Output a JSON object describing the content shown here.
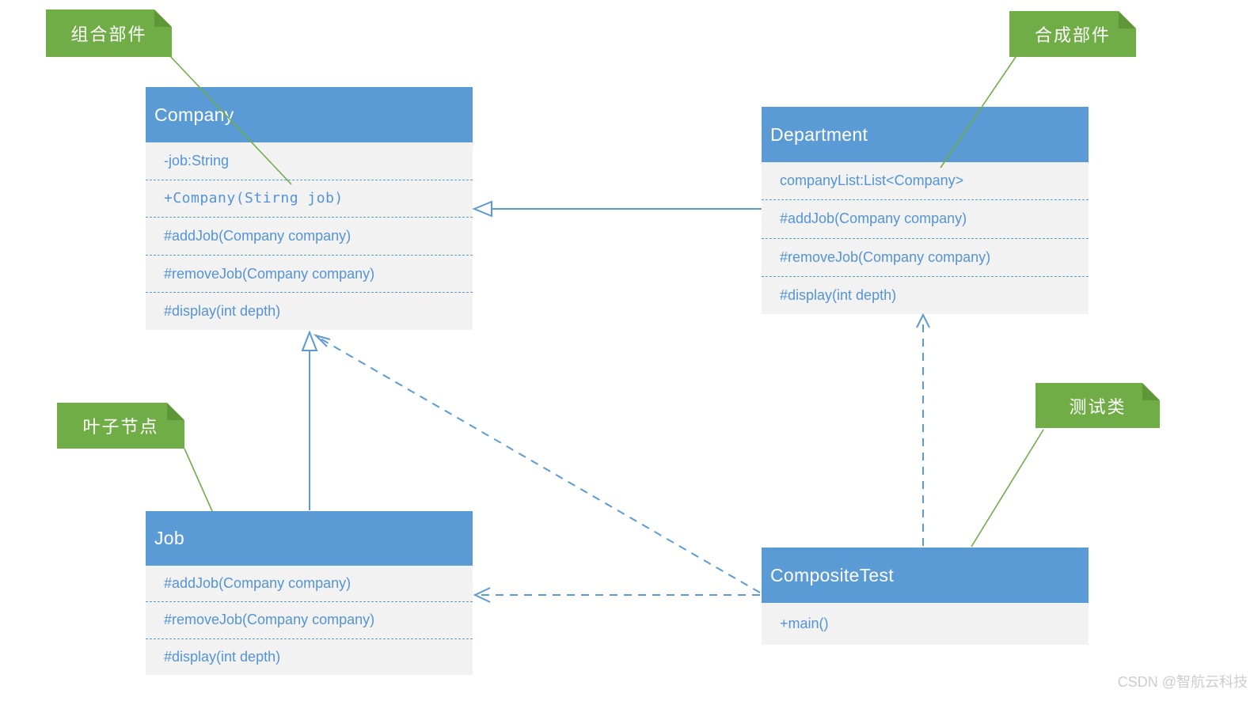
{
  "colors": {
    "header_blue": "#5B9BD5",
    "body_gray": "#F2F2F2",
    "text_blue": "#5494D6",
    "connector_blue": "#5B9BD5",
    "separator_blue": "#5B9BD5",
    "note_green": "#70AD47",
    "note_fold_green": "#5E9638",
    "watermark_gray": "#CDCDCD"
  },
  "classes": [
    {
      "name": "Company",
      "rows": [
        "-job:String",
        "+Company(Stirng job)",
        "#addJob(Company company)",
        "#removeJob(Company company)",
        "#display(int depth)"
      ]
    },
    {
      "name": "Department",
      "rows": [
        "companyList:List<Company>",
        "#addJob(Company company)",
        "#removeJob(Company company)",
        "#display(int depth)"
      ]
    },
    {
      "name": "Job",
      "rows": [
        "#addJob(Company company)",
        "#removeJob(Company company)",
        "#display(int depth)"
      ]
    },
    {
      "name": "CompositeTest",
      "rows": [
        "+main()"
      ]
    }
  ],
  "notes": [
    {
      "label": "组合部件"
    },
    {
      "label": "合成部件"
    },
    {
      "label": "叶子节点"
    },
    {
      "label": "测试类"
    }
  ],
  "relations": [
    "Department -> Company (generalization, solid hollow-triangle arrow)",
    "Job -> Company (generalization, solid hollow-triangle arrow)",
    "CompositeTest -> Department (dependency, dashed open arrow)",
    "CompositeTest -> Job (dependency, dashed open arrow)",
    "CompositeTest -> Company (dependency, dashed open arrow)"
  ],
  "watermark": "CSDN @智航云科技"
}
